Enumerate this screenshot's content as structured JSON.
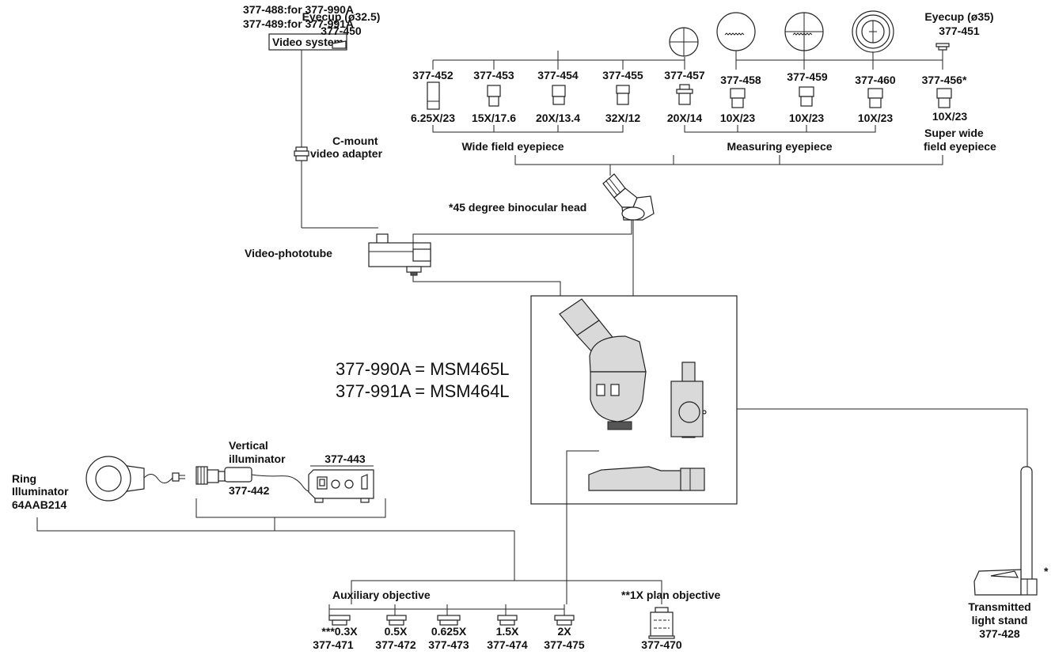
{
  "video": {
    "line1": "377-488:for 377-990A",
    "line2": "377-489:for 377-991A",
    "system": "Video system",
    "cmount1": "C-mount",
    "cmount2": "video adapter",
    "phototube": "Video-phototube"
  },
  "eyecup1": {
    "label": "Eyecup (ø32.5)",
    "code": "377-450"
  },
  "eyecup2": {
    "label": "Eyecup (ø35)",
    "code": "377-451"
  },
  "eyepieces": [
    {
      "code": "377-452",
      "spec": "6.25X/23"
    },
    {
      "code": "377-453",
      "spec": "15X/17.6"
    },
    {
      "code": "377-454",
      "spec": "20X/13.4"
    },
    {
      "code": "377-455",
      "spec": "32X/12"
    },
    {
      "code": "377-457",
      "spec": "20X/14"
    },
    {
      "code": "377-458",
      "spec": "10X/23"
    },
    {
      "code": "377-459",
      "spec": "10X/23"
    },
    {
      "code": "377-460",
      "spec": "10X/23"
    },
    {
      "code": "377-456*",
      "spec": "10X/23"
    }
  ],
  "groups": {
    "wide": "Wide field eyepiece",
    "measuring": "Measuring eyepiece",
    "superwide1": "Super wide",
    "superwide2": "field eyepiece"
  },
  "head": "*45 degree binocular head",
  "models": {
    "line1": "377-990A = MSM465L",
    "line2": "377-991A = MSM464L"
  },
  "ring": {
    "line1": "Ring",
    "line2": "Illuminator",
    "line3": "64AAB214"
  },
  "vertical": {
    "line1": "Vertical",
    "line2": "illuminator",
    "code": "377-442"
  },
  "powerbox": {
    "code": "377-443"
  },
  "stand": {
    "line1": "Transmitted",
    "line2": "light stand",
    "code": "377-428",
    "mark": "*"
  },
  "aux": {
    "title": "Auxiliary objective",
    "items": [
      {
        "mag": "***0.3X",
        "code": "377-471"
      },
      {
        "mag": "0.5X",
        "code": "377-472"
      },
      {
        "mag": "0.625X",
        "code": "377-473"
      },
      {
        "mag": "1.5X",
        "code": "377-474"
      },
      {
        "mag": "2X",
        "code": "377-475"
      }
    ]
  },
  "plan": {
    "title": "**1X plan objective",
    "code": "377-470"
  }
}
